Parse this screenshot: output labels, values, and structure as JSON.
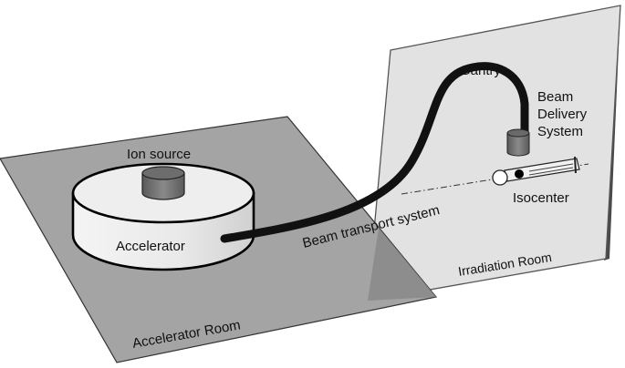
{
  "labels": {
    "ion_source": "Ion source",
    "accelerator": "Accelerator",
    "accelerator_room": "Accelerator Room",
    "gantry": "Gantry",
    "beam_delivery_line1": "Beam",
    "beam_delivery_line2": "Delivery",
    "beam_delivery_line3": "System",
    "isocenter": "Isocenter",
    "beam_transport": "Beam transport system",
    "irradiation_room": "Irradiation Room"
  },
  "colors": {
    "floor_plane": "#a4a4a4",
    "wall_plane": "#e1e1e1",
    "wall_shadow": "#4a4a4a",
    "accelerator_body": "#ececec",
    "ion_source": "#727272",
    "nozzle": "#7a7a7a",
    "beam_line": "#111111"
  }
}
